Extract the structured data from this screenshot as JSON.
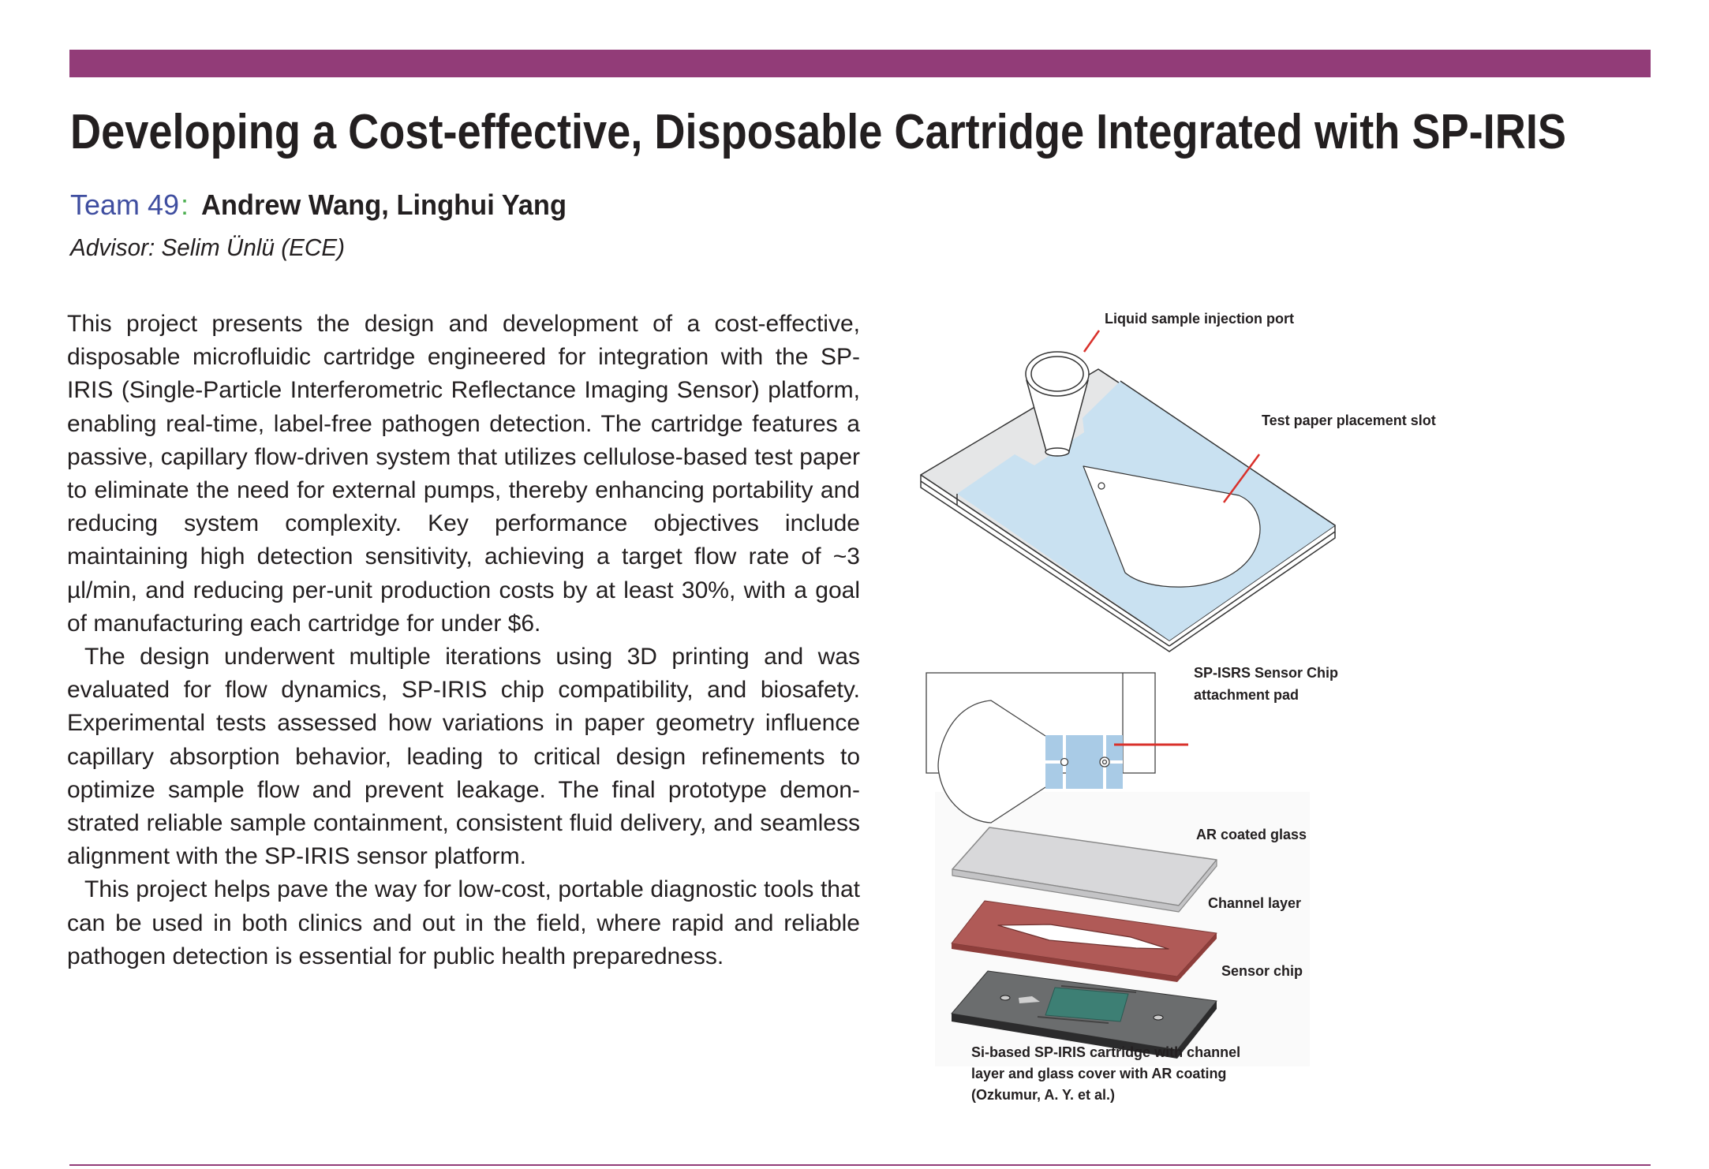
{
  "header": {
    "title": "Developing a Cost-effective, Disposable Cartridge Integrated with SP-IRIS",
    "team_label": "Team 49",
    "team_colon": ":",
    "members": "Andrew Wang, Linghui Yang",
    "advisor": "Advisor: Selim Ünlü (ECE)"
  },
  "body": {
    "paragraphs": [
      "This project presents the design and development of a cost-effective, disposable microfluidic cartridge engineered for integration with the SP-IRIS (Single-Particle Interferometric Reflectance Imaging Sensor) platform, enabling real-time, label-free pathogen detection. The car­tridge features a passive, capillary flow-driven system that utilizes cellu­lose-based test paper to eliminate the need for external pumps, thereby enhancing portability and reducing system complexity. Key performance objectives include maintaining high detection sensitivity, achieving a tar­get flow rate of ~3 µl/min, and reducing per-unit production costs by at least 30%, with a goal of manufacturing each cartridge for under $6.",
      "The design underwent multiple iterations using 3D printing and was evaluated for flow dynamics, SP-IRIS chip compatibility, and biosafety. Experimental tests assessed how variations in paper geometry influence capillary absorption behavior, leading to critical design refinements to optimize sample flow and prevent leakage. The final prototype demon­strated reliable sample containment, consistent fluid delivery, and seam­less alignment with the SP-IRIS sensor platform.",
      "This project helps pave the way for low-cost, portable diagnostic tools that can be used in both clinics and out in the field, where rapid and reliable pathogen detection is essential for public health preparedness."
    ]
  },
  "figures": {
    "cartridge_labels": {
      "injection_port": "Liquid sample injection port",
      "paper_slot": "Test paper placement slot"
    },
    "pad_labels": {
      "line1": "SP-ISRS  Sensor  Chip",
      "line2": "attachment pad"
    },
    "layer_labels": {
      "glass": "AR coated glass",
      "channel": "Channel layer",
      "chip": "Sensor chip"
    },
    "caption": {
      "line1": "Si-based SP-IRIS cartridge with channel",
      "line2": "layer and glass cover with AR coating",
      "line3": "(Ozkumur, A. Y. et al.)"
    }
  },
  "colors": {
    "accent": "#923c78",
    "team_blue": "#3f4ea0",
    "colon_green": "#4caf50",
    "paper_blue": "#c9e1f1",
    "leader_red": "#d9312b",
    "channel_red": "#b05a57"
  }
}
